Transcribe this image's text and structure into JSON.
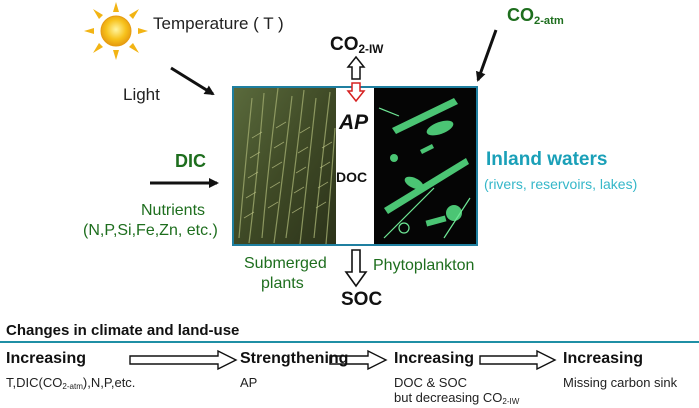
{
  "labels": {
    "temperature": "Temperature ( T )",
    "light": "Light",
    "co2_iw_main": "CO",
    "co2_iw_sub": "2-IW",
    "co2_atm_main": "CO",
    "co2_atm_sub": "2-atm",
    "dic": "DIC",
    "nutrients_line1": "Nutrients",
    "nutrients_line2": "(N,P,Si,Fe,Zn, etc.)",
    "ap": "AP",
    "doc": "DOC",
    "inland_waters": "Inland waters",
    "inland_waters_sub": "(rivers, reservoirs, lakes)",
    "submerged_line1": "Submerged",
    "submerged_line2": "plants",
    "phytoplankton": "Phytoplankton",
    "soc": "SOC"
  },
  "changes": {
    "title": "Changes in climate and land-use",
    "steps": [
      {
        "heading": "Increasing",
        "detail_pre": "T,DIC(CO",
        "detail_sub": "2-atm",
        "detail_post": "),N,P,etc."
      },
      {
        "heading": "Strengthening",
        "detail": "AP"
      },
      {
        "heading": "Increasing",
        "detail_line1": "DOC & SOC",
        "detail_line2_pre": "but decreasing CO",
        "detail_line2_sub": "2-IW"
      },
      {
        "heading": "Increasing",
        "detail": "Missing carbon sink"
      }
    ]
  },
  "colors": {
    "green_dark": "#1e6e1e",
    "teal": "#1aa0b8",
    "cyan_light": "#35b7c9",
    "divider": "#1f8fa5",
    "red": "#d62020",
    "frame": "#1f7fa0"
  }
}
